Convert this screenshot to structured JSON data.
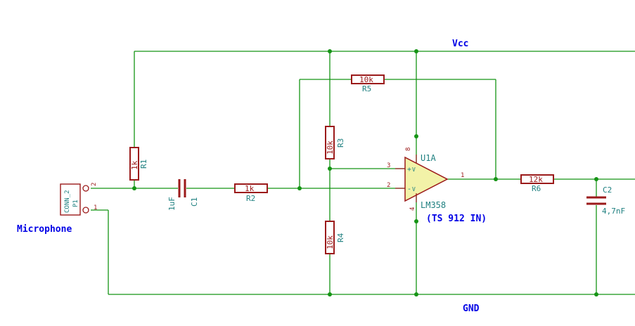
{
  "nets": {
    "vcc": "Vcc",
    "gnd": "GND"
  },
  "labels": {
    "microphone": "Microphone",
    "opamp_note": "(TS 912 IN)"
  },
  "components": {
    "r1": {
      "ref": "R1",
      "value": "1k"
    },
    "r2": {
      "ref": "R2",
      "value": "1k"
    },
    "r3": {
      "ref": "R3",
      "value": "10k"
    },
    "r4": {
      "ref": "R4",
      "value": "10k"
    },
    "r5": {
      "ref": "R5",
      "value": "10k"
    },
    "r6": {
      "ref": "R6",
      "value": "12k"
    },
    "c1": {
      "ref": "C1",
      "value": "1uF"
    },
    "c2": {
      "ref": "C2",
      "value": "4,7nF"
    },
    "u1": {
      "ref": "U1A",
      "value": "LM358",
      "pin_vplus": "3",
      "pin_vminus": "2",
      "pin_out": "1",
      "pin_vcc": "8",
      "pin_gnd": "4",
      "sym_plus": "+",
      "sym_minus": "-"
    },
    "p1": {
      "ref": "P1",
      "value": "CONN_2",
      "pin1": "1",
      "pin2": "2"
    }
  },
  "colors": {
    "wire": "#159415",
    "component": "#9b1a1a",
    "reference": "#1f8080",
    "net_label": "#0000e6",
    "opamp_fill": "#f2f2a8"
  }
}
